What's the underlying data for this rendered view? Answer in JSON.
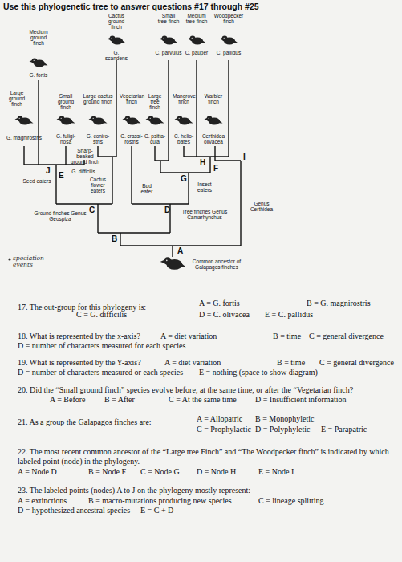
{
  "diagram": {
    "title": "Use this phylogenetic tree to answer questions #17 through #25",
    "labels": [
      "Cactus ground finch",
      "Small tree finch",
      "Medium tree finch",
      "Woodpecker finch",
      "G. scandens",
      "C. parvulus",
      "C. pauper",
      "C. pallidus",
      "Medium ground finch",
      "G. fortis",
      "Large ground finch",
      "Small ground finch",
      "Large cactus ground finch",
      "Vegetarian finch",
      "Large tree finch",
      "Mangrove finch",
      "Warbler finch",
      "G. magnirostris",
      "G. fuligi- nosa",
      "G. coniro- stris",
      "C. crassi- rostris",
      "C. psitta- cula",
      "C. helio- bates",
      "Certhidea olivacea",
      "Sharp-beaked ground finch",
      "G. difficilis",
      "Seed eaters",
      "Cactus flower eaters",
      "Bud eater",
      "Insect eaters",
      "Ground finches Genus Geospiza",
      "Tree finches Genus Camarhynchus",
      "Genus Certhidea",
      "Common ancestor of Galapagos finches",
      "J",
      "E",
      "C",
      "B",
      "G",
      "D",
      "H",
      "F",
      "I",
      "A",
      "speciation events",
      "17. The out-group for this phylogeny is:",
      "A = G. fortis",
      "B = G. magnirostris",
      "C = G. difficilis",
      "D = C. olivacea",
      "E = C. pallidus",
      "18. What is represented by the x-axis?",
      "A = diet variation",
      "B = time",
      "C = general divergence",
      "D = number of characters measured for each species",
      "19. What is represented by the Y-axis?",
      "A = diet variation",
      "B = time",
      "C = general divergence",
      "D = number of characters measured or each species",
      "E = nothing (space to show diagram)",
      "20. Did the “Small ground finch” species evolve before, at the same time, or after the “Vegetarian finch?",
      "A = Before",
      "B = After",
      "C = At the same time",
      "D = Insufficient information",
      "21. As a group the Galapagos finches are:",
      "A = Allopatric",
      "B = Monophyletic",
      "C = Prophylactic",
      "D = Polyphyletic",
      "E = Parapatric",
      "22. The most recent common ancestor of the “Large tree Finch” and “The Woodpecker finch” is indicated by which labeled point (node) in the phylogeny.",
      "A = Node D",
      "B = Node F",
      "C = Node G",
      "D = Node H",
      "E = Node I",
      "23. The labeled points (nodes) A to J on the phylogeny mostly represent:",
      "A = extinctions",
      "B = macro-mutations producing new species",
      "C = lineage splitting",
      "D = hypothesized ancestral species",
      "E = C + D"
    ]
  }
}
